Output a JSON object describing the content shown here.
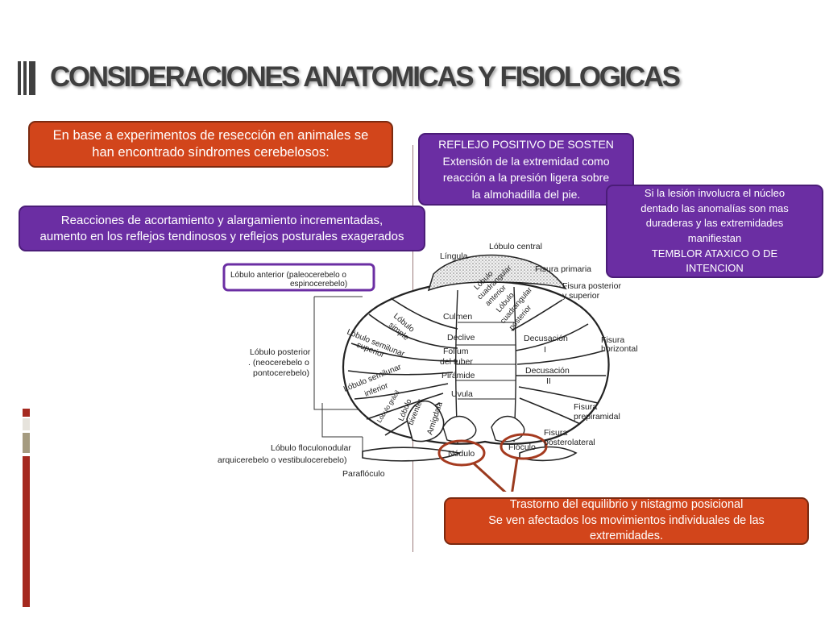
{
  "slide": {
    "title": "CONSIDERACIONES ANATOMICAS Y FISIOLOGICAS",
    "boxes": {
      "experiments": [
        "En base a experimentos de resección en animales se",
        "han encontrado síndromes cerebelosos:"
      ],
      "reactions": [
        "Reacciones de acortamiento y alargamiento incrementadas,",
        "aumento en los reflejos tendinosos y reflejos posturales exagerados"
      ],
      "reflex": [
        "REFLEJO POSITIVO DE SOSTEN",
        "Extensión de la extremidad como",
        "reacción a la presión ligera sobre",
        "la almohadilla del pie."
      ],
      "dentate": [
        "Si la lesión involucra el núcleo",
        "dentado las anomalías son mas",
        "duraderas y las extremidades",
        "manifiestan",
        "TEMBLOR ATAXICO O DE",
        "INTENCION"
      ],
      "equilibrium": [
        "Trastorno del equilibrio y nistagmo posicional",
        "Se ven afectados los movimientos individuales de las",
        "extremidades."
      ]
    }
  },
  "diagram": {
    "labels": {
      "lingula": "Língula",
      "lobulo_central": "Lóbulo central",
      "fisura_primaria": "Fisura primaria",
      "fisura_posterior_1": "Fisura posterior",
      "fisura_posterior_2": "y superior",
      "lobulo_anterior_1": "Lóbulo anterior (paleocerebelo o",
      "lobulo_anterior_2": "espinocerebelo)",
      "cuadrangular_anterior_1": "Lóbulo",
      "cuadrangular_anterior_2": "cuadrangular",
      "cuadrangular_anterior_3": "anterior",
      "cuadrangular_posterior_1": "Lóbulo",
      "cuadrangular_posterior_2": "cuadrangular",
      "cuadrangular_posterior_3": "posterior",
      "culmen": "Culmen",
      "lobulo_simple_1": "Lóbulo",
      "lobulo_simple_2": "simple",
      "declive": "Declive",
      "semilunar_superior_1": "Lóbulo semilunar",
      "semilunar_superior_2": "superior",
      "decusacion_1_a": "Decusación",
      "decusacion_1_b": "I",
      "fisura_horizontal_1": "Fisura",
      "fisura_horizontal_2": "horizontal",
      "folium_1": "Folium",
      "folium_2": "del tuber",
      "lobulo_posterior_1": "Lóbulo posterior",
      "lobulo_posterior_2": ". (neocerebelo o",
      "lobulo_posterior_3": "pontocerebelo)",
      "piramide": "Pirámide",
      "decusacion_2_a": "Decusación",
      "decusacion_2_b": "II",
      "semilunar_inferior_1": "Lóbulo semilunar",
      "semilunar_inferior_2": "inferior",
      "uvula": "Uvula",
      "lobulo_gracil": "Lóbulo grácil",
      "lobulo_biventer_1": "Lóbulo",
      "lobulo_biventer_2": "biventer",
      "amigdala": "Amígdala",
      "fisura_prepiramidal_1": "Fisura",
      "fisura_prepiramidal_2": "prepiramidal",
      "fisura_posterolateral_1": "Fisura",
      "fisura_posterolateral_2": "posterolateral",
      "floculonodular_1": "Lóbulo floculonodular",
      "floculonodular_2": "arquicerebelo o vestibulocerebelo)",
      "nodulo": "Nódulo",
      "floculo": "Flóculo",
      "paraflóculo": "Paraflóculo"
    }
  },
  "colors": {
    "orange": "#d2451b",
    "purple": "#6b2ea3",
    "title": "#3f3f3f",
    "strip_red": "#a5291f",
    "strip_tan": "#a59b80"
  }
}
